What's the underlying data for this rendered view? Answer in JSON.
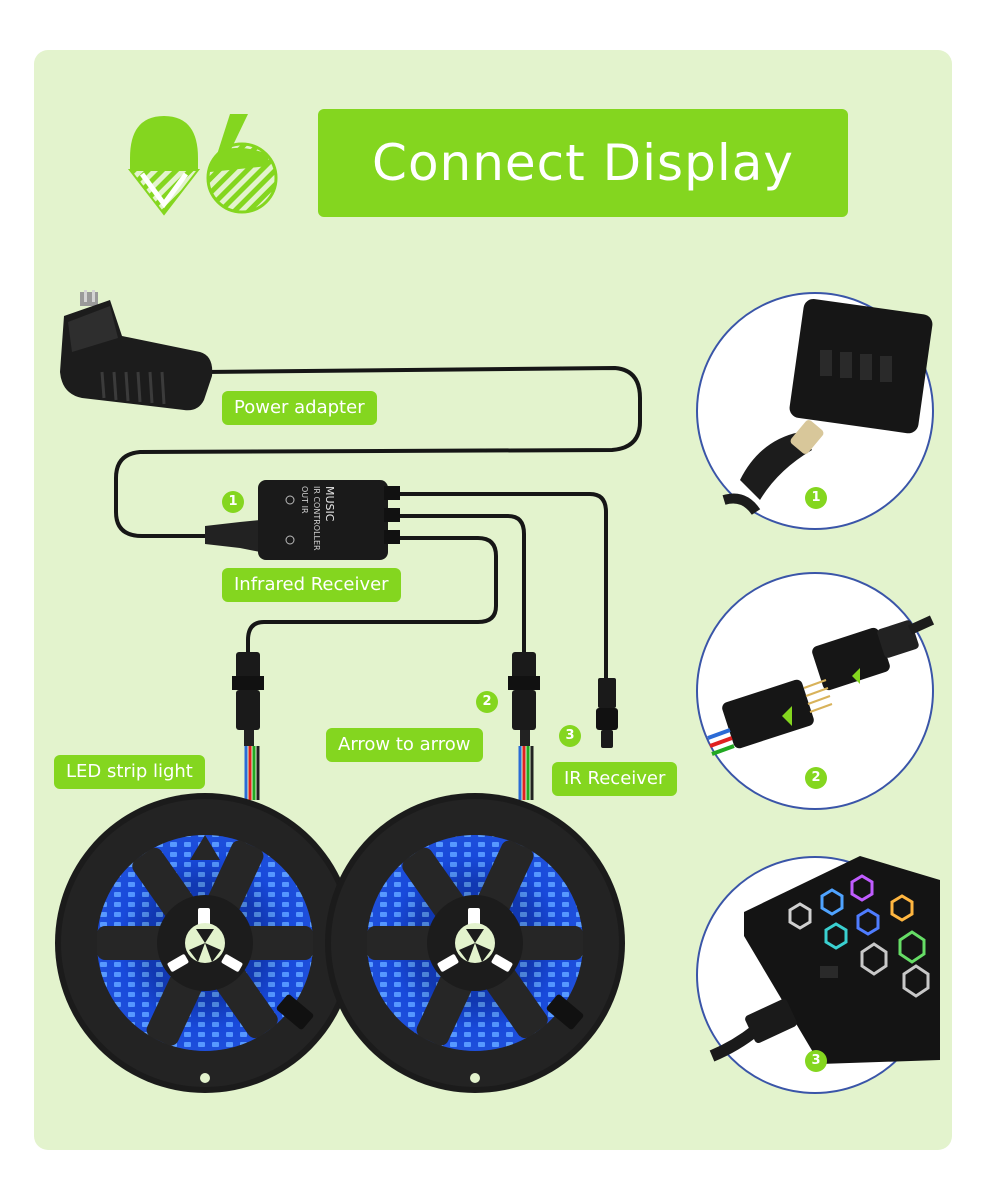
{
  "header": {
    "step_number": "06",
    "title": "Connect Display"
  },
  "labels": {
    "power_adapter": "Power adapter",
    "infrared_receiver": "Infrared Receiver",
    "arrow_to_arrow": "Arrow to arrow",
    "led_strip_light": "LED strip light",
    "ir_receiver": "IR Receiver"
  },
  "markers": {
    "m1": "1",
    "m2": "2",
    "m3": "3"
  },
  "controller": {
    "line1": "MUSIC",
    "line2": "IR CONTROLLER",
    "line3": "OUT    IR"
  },
  "details": [
    {
      "name": "power-plug-detail",
      "number": "1"
    },
    {
      "name": "arrow-connector-detail",
      "number": "2"
    },
    {
      "name": "ir-receiver-detail",
      "number": "3"
    }
  ],
  "colors": {
    "accent_green": "#84d61f",
    "panel_bg": "#e3f3cd",
    "circle_border": "#3a55a8",
    "led_blue": "#1e5bff",
    "device_black": "#1c1c1c"
  }
}
